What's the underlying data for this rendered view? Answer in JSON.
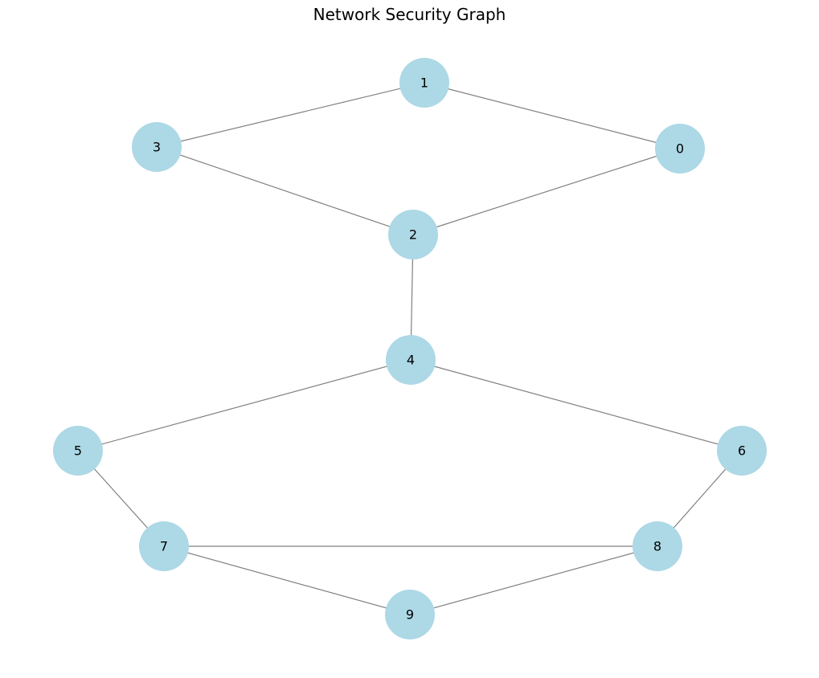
{
  "title": "Network Security Graph",
  "colors": {
    "node_fill": "#add8e6",
    "edge_stroke": "#808080",
    "label_text": "#000000",
    "background": "#ffffff"
  },
  "nodes": [
    {
      "id": "0",
      "label": "0"
    },
    {
      "id": "1",
      "label": "1"
    },
    {
      "id": "2",
      "label": "2"
    },
    {
      "id": "3",
      "label": "3"
    },
    {
      "id": "4",
      "label": "4"
    },
    {
      "id": "5",
      "label": "5"
    },
    {
      "id": "6",
      "label": "6"
    },
    {
      "id": "7",
      "label": "7"
    },
    {
      "id": "8",
      "label": "8"
    },
    {
      "id": "9",
      "label": "9"
    }
  ],
  "edges": [
    {
      "from": "1",
      "to": "3"
    },
    {
      "from": "1",
      "to": "0"
    },
    {
      "from": "3",
      "to": "2"
    },
    {
      "from": "0",
      "to": "2"
    },
    {
      "from": "2",
      "to": "4"
    },
    {
      "from": "4",
      "to": "5"
    },
    {
      "from": "4",
      "to": "6"
    },
    {
      "from": "5",
      "to": "7"
    },
    {
      "from": "6",
      "to": "8"
    },
    {
      "from": "7",
      "to": "8"
    },
    {
      "from": "7",
      "to": "9"
    },
    {
      "from": "8",
      "to": "9"
    }
  ]
}
